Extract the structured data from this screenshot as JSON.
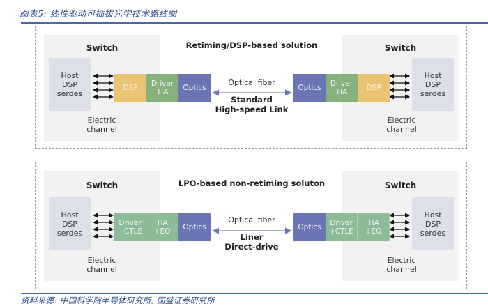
{
  "figure": {
    "title": "图表5:  线性驱动可插拔光学技术路线图",
    "source": "资料来源:  中国科学院半导体研究所, 国盛证券研究所"
  },
  "colors": {
    "dsp": "#e8c474",
    "driver": "#86b07c",
    "lpo_block": "#8cbb97",
    "optics": "#6b75b5",
    "host": "#dde0e8",
    "switch_bg": "#f2f2f2",
    "caption_blue": "#2d4a8a"
  },
  "panels": [
    {
      "title": "Retiming/DSP-based solution",
      "left_switch": {
        "label": "Switch",
        "host": [
          "Host",
          "DSP",
          "serdes"
        ],
        "channel": [
          "Electric",
          "channel"
        ]
      },
      "right_switch": {
        "label": "Switch",
        "host": [
          "Host",
          "DSP",
          "serdes"
        ],
        "channel": [
          "Electric",
          "channel"
        ]
      },
      "left_chain": [
        {
          "lines": [
            "DSP"
          ],
          "kind": "dsp"
        },
        {
          "lines": [
            "Driver",
            "TIA"
          ],
          "kind": "drv"
        },
        {
          "lines": [
            "Optics"
          ],
          "kind": "opt"
        }
      ],
      "right_chain": [
        {
          "lines": [
            "Optics"
          ],
          "kind": "opt"
        },
        {
          "lines": [
            "Driver",
            "TIA"
          ],
          "kind": "drv"
        },
        {
          "lines": [
            "DSP"
          ],
          "kind": "dsp"
        }
      ],
      "fiber_label": "Optical fiber",
      "link_label": [
        "Standard",
        "High-speed Link"
      ],
      "lanes": 4
    },
    {
      "title": "LPO-based non-retiming soluton",
      "left_switch": {
        "label": "Switch",
        "host": [
          "Host",
          "DSP",
          "serdes"
        ],
        "channel": [
          "Electric",
          "channel"
        ]
      },
      "right_switch": {
        "label": "Switch",
        "host": [
          "Host",
          "DSP",
          "serdes"
        ],
        "channel": [
          "Electric",
          "channel"
        ]
      },
      "left_chain": [
        {
          "lines": [
            "Driver",
            "+CTLE"
          ],
          "kind": "lpo"
        },
        {
          "lines": [
            "TIA",
            "+EQ"
          ],
          "kind": "lpo"
        },
        {
          "lines": [
            "Optics"
          ],
          "kind": "opt"
        }
      ],
      "right_chain": [
        {
          "lines": [
            "Optics"
          ],
          "kind": "opt"
        },
        {
          "lines": [
            "Driver",
            "+CTLE"
          ],
          "kind": "lpo"
        },
        {
          "lines": [
            "TIA",
            "+EQ"
          ],
          "kind": "lpo"
        }
      ],
      "fiber_label": "Optical fiber",
      "link_label": [
        "Liner",
        "Direct-drive"
      ],
      "lanes": 4
    }
  ]
}
